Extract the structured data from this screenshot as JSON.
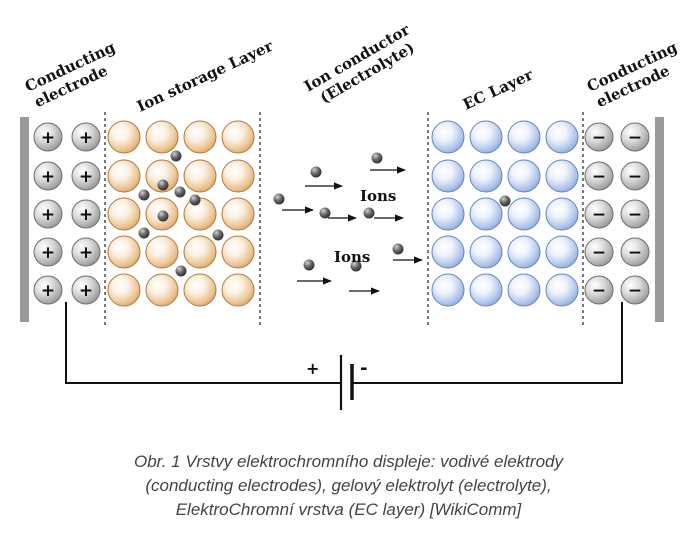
{
  "labels": {
    "conducting_left": [
      "Conducting",
      "electrode"
    ],
    "ion_storage": "Ion storage Layer",
    "ion_conductor": [
      "Ion conductor",
      "(Electrolyte)"
    ],
    "ec_layer": "EC Layer",
    "conducting_right": [
      "Conducting",
      "electrode"
    ]
  },
  "ions_labels": [
    "Ions",
    "Ions"
  ],
  "battery": {
    "positive": "+",
    "negative": "-"
  },
  "electrode_signs": {
    "left": "+",
    "right": "−"
  },
  "colors": {
    "electrode_bar": "#9a9a9a",
    "ion_storage_sphere": "#e6b77f",
    "ec_sphere": "#9db8e6",
    "sign_sphere": "#c9c9c9",
    "ion": "#555555"
  },
  "caption": [
    "Obr. 1  Vrstvy elektrochromního displeje: vodivé elektrody",
    "(conducting electrodes), gelový elektrolyt (electrolyte),",
    "ElektroChromní vrstva (EC layer) [WikiComm]"
  ]
}
